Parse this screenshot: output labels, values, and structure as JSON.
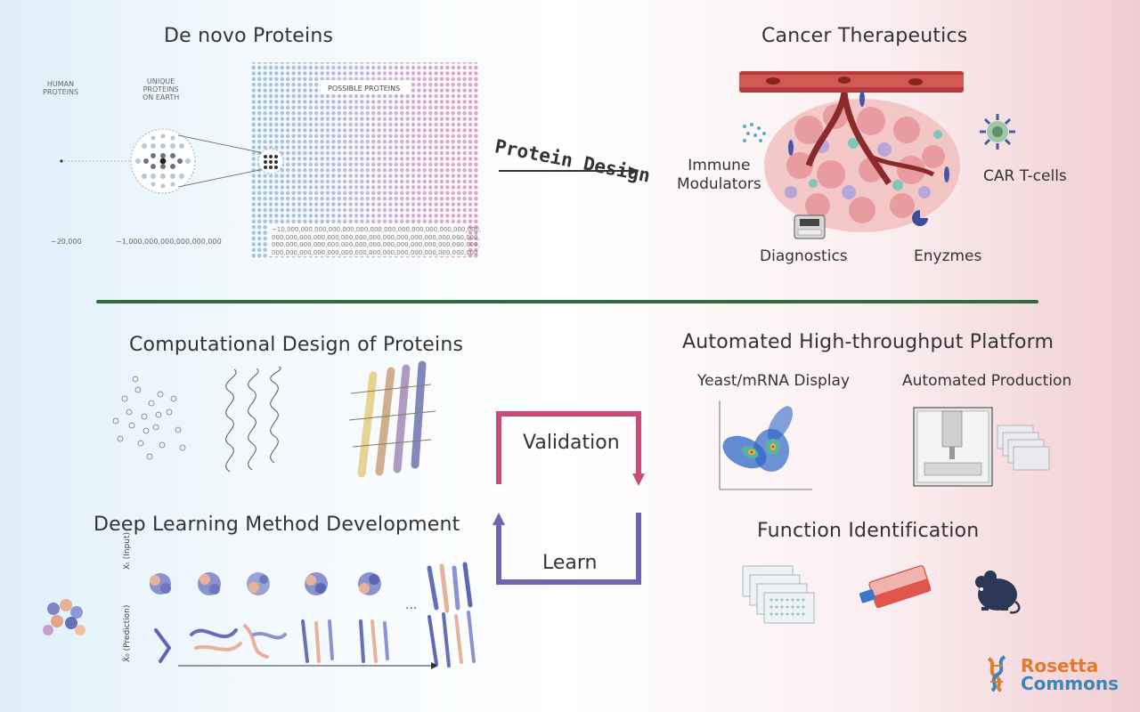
{
  "top_left": {
    "title": "De novo Proteins",
    "human_label": "HUMAN\nPROTEINS",
    "unique_label": "UNIQUE\nPROTEINS\nON EARTH",
    "possible_label": "POSSIBLE PROTEINS",
    "count_human": "~20,000",
    "count_unique": "~1,000,000,000,000,000,000",
    "count_possible_1": "~10,000,000,000,000,000,000,000,000,000,000,000,000,000,000,",
    "count_possible_2": "000,000,000,000,000,000,000,000,000,000,000,000,000,000,000,",
    "count_possible_3": "000,000,000,000,000,000,000,000,000,000,000,000,000,000,000,",
    "count_possible_4": "000,000,000,000,000,000,000,000,000,000,000,000,000,000,000"
  },
  "center_arrow": {
    "label": "Protein Design"
  },
  "top_right": {
    "title": "Cancer Therapeutics",
    "immune": "Immune\nModulators",
    "car_t": "CAR T-cells",
    "diagnostics": "Diagnostics",
    "enzymes": "Enyzmes"
  },
  "computational": {
    "title": "Computational Design of Proteins"
  },
  "deep_learning": {
    "title": "Deep Learning Method Development",
    "axis_input": "Xₜ (Input)",
    "axis_prediction": "X̂₀ (Prediction)",
    "ellipsis": "..."
  },
  "cycle": {
    "validation": "Validation",
    "learn": "Learn"
  },
  "platform": {
    "title": "Automated High-throughput Platform",
    "yeast": "Yeast/mRNA Display",
    "production": "Automated Production"
  },
  "function": {
    "title": "Function Identification"
  },
  "logo": {
    "line1": "Rosetta",
    "line2": "Commons"
  },
  "colors": {
    "divider": "#2e6e3c",
    "validation": "#c94d72",
    "learn": "#7066b0",
    "logo_orange": "#e07a2e",
    "logo_blue": "#3d86b8"
  }
}
